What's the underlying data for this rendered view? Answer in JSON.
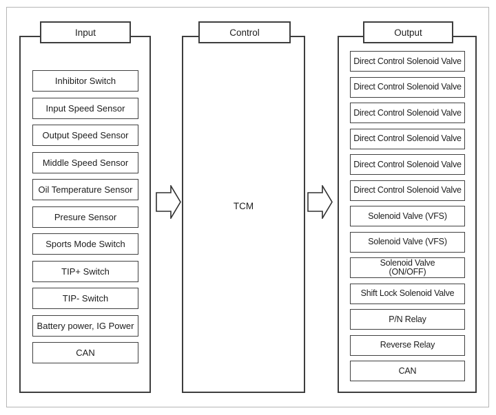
{
  "diagram": {
    "columns": {
      "input": {
        "header": "Input",
        "items": [
          "Inhibitor Switch",
          "Input Speed Sensor",
          "Output Speed Sensor",
          "Middle Speed Sensor",
          "Oil Temperature Sensor",
          "Presure Sensor",
          "Sports Mode Switch",
          "TIP+ Switch",
          "TIP- Switch",
          "Battery power, IG Power",
          "CAN"
        ]
      },
      "control": {
        "header": "Control",
        "label": "TCM"
      },
      "output": {
        "header": "Output",
        "items": [
          "Direct Control Solenoid Valve",
          "Direct Control Solenoid Valve",
          "Direct Control Solenoid Valve",
          "Direct Control Solenoid Valve",
          "Direct Control Solenoid Valve",
          "Direct Control Solenoid Valve",
          "Solenoid Valve (VFS)",
          "Solenoid Valve (VFS)",
          "Solenoid Valve\n(ON/OFF)",
          "Shift Lock Solenoid Valve",
          "P/N Relay",
          "Reverse Relay",
          "CAN"
        ]
      }
    },
    "arrows": [
      {
        "name": "input-to-control",
        "direction": "right"
      },
      {
        "name": "control-to-output",
        "direction": "right"
      }
    ],
    "colors": {
      "box_border": "#3d3d3d",
      "item_border": "#3f3f3f",
      "frame_border": "#b5b5b5",
      "text": "#1c1c1c",
      "background": "#ffffff"
    }
  }
}
